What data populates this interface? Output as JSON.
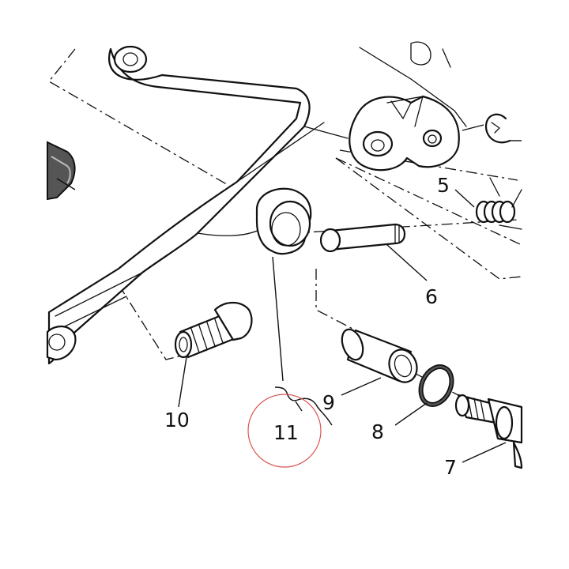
{
  "diagram": {
    "callouts": {
      "p5": "5",
      "p6": "6",
      "p7": "7",
      "p8": "8",
      "p9": "9",
      "p10": "10",
      "p11": "11"
    },
    "highlight_color": "#d9534f"
  }
}
